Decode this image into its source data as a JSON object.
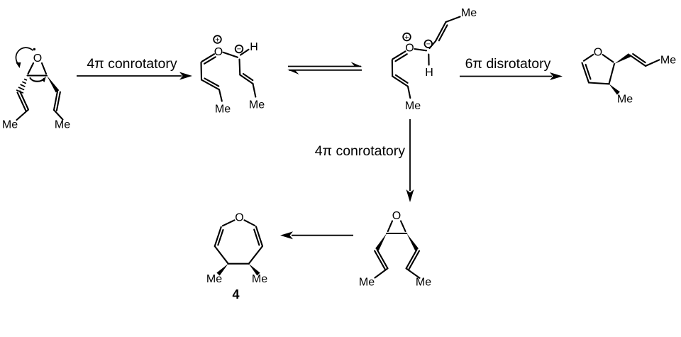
{
  "scheme": {
    "step_labels": {
      "step1": "4π conrotatory",
      "step2": "6π disrotatory",
      "step3": "4π conrotatory"
    },
    "atoms": {
      "oxygen": "O",
      "hydrogen": "H",
      "methyl": "Me"
    },
    "charges": {
      "plus": "+",
      "minus": "−"
    },
    "compound_number": "4"
  }
}
